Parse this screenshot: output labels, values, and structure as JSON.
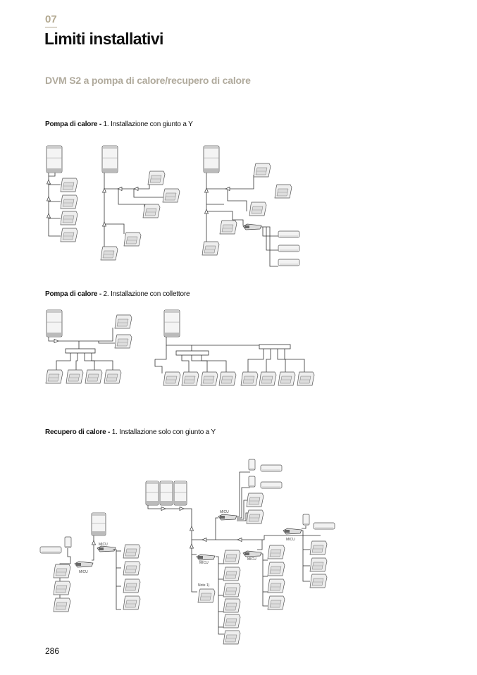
{
  "header": {
    "chapter": "07",
    "title": "Limiti installativi"
  },
  "subtitle": "DVM S2 a pompa di calore/recupero di calore",
  "sections": [
    {
      "bold": "Pompa di calore - ",
      "text": "1. Installazione con giunto a Y"
    },
    {
      "bold": "Pompa di calore - ",
      "text": "2. Installazione con collettore"
    },
    {
      "bold": "Recupero di calore - ",
      "text": "1. Installazione solo con giunto a Y"
    }
  ],
  "diagram_labels": {
    "micu": "MICU",
    "note": "Note 1)"
  },
  "page_number": "286"
}
